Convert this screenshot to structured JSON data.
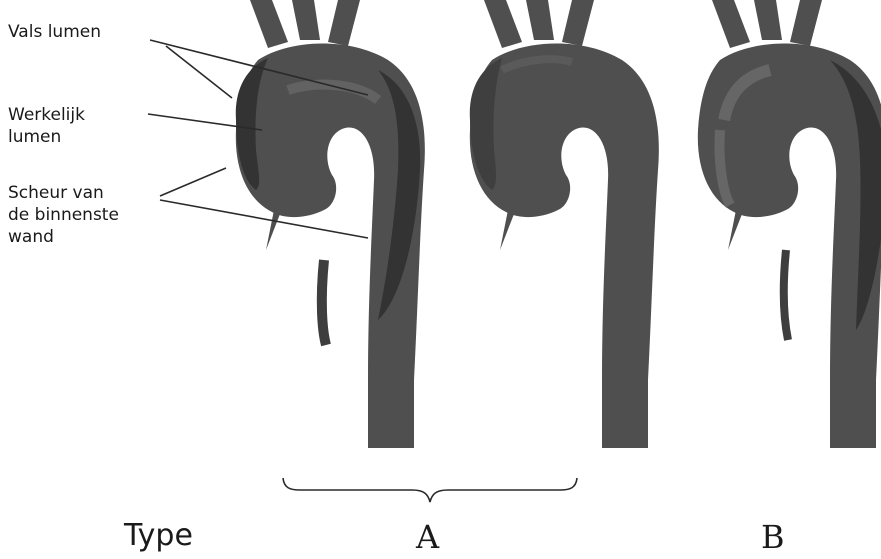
{
  "labels": {
    "false_lumen": "Vals lumen",
    "true_lumen": "Werkelijk\nlumen",
    "intimal_tear": "Scheur van\nde binnenste\nwand"
  },
  "classification": {
    "word": "Type",
    "group_a": "A",
    "group_b": "B"
  },
  "colors": {
    "aorta": "#4f4f4f",
    "false_lumen": "#333333",
    "inner_highlight": "#626262",
    "outline": "#2a2a2a",
    "text": "#1a1a1a"
  }
}
